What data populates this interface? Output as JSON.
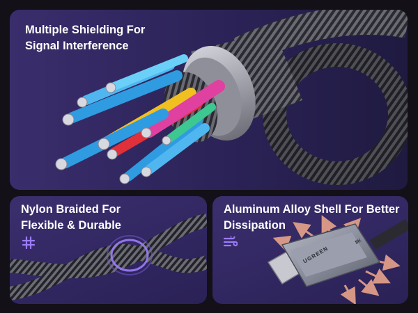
{
  "top_panel": {
    "title_line1": "Multiple Shielding For",
    "title_line2": "Signal Interference"
  },
  "left_panel": {
    "title_line1": "Nylon Braided For",
    "title_line2": "Flexible & Durable",
    "icon": "grid-icon"
  },
  "right_panel": {
    "title_line1": "Aluminum Alloy Shell For Better",
    "title_line2": "Dissipation",
    "icon": "wind-icon",
    "connector_brand": "UGREEN",
    "connector_spec": "8K"
  },
  "colors": {
    "panel_bg": "#2e2560",
    "accent_purple": "#8a6cf0",
    "arrow_orange": "#e8a48a"
  }
}
